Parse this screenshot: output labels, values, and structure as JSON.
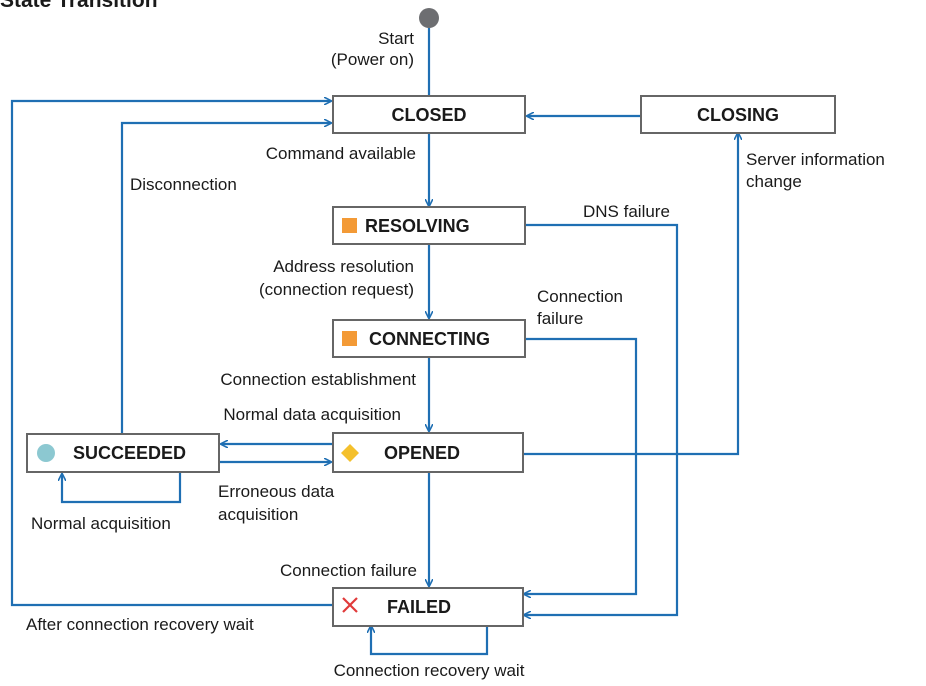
{
  "title": "State Transition",
  "colors": {
    "edge": "#1f6fb3",
    "box_border": "#666666",
    "start_node": "#6d6e71",
    "orange": "#f39a36",
    "yellow": "#f4c02c",
    "teal": "#8cc8d1",
    "red": "#e03a3a"
  },
  "states": {
    "closed": {
      "label": "CLOSED",
      "icon": "none"
    },
    "closing": {
      "label": "CLOSING",
      "icon": "none"
    },
    "resolving": {
      "label": "RESOLVING",
      "icon": "orange-square-icon"
    },
    "connecting": {
      "label": "CONNECTING",
      "icon": "orange-square-icon"
    },
    "opened": {
      "label": "OPENED",
      "icon": "yellow-diamond-icon"
    },
    "succeeded": {
      "label": "SUCCEEDED",
      "icon": "teal-circle-icon"
    },
    "failed": {
      "label": "FAILED",
      "icon": "red-cross-icon"
    }
  },
  "edges": {
    "start": {
      "line1": "Start",
      "line2": "(Power on)"
    },
    "command_available": "Command available",
    "disconnection": "Disconnection",
    "server_info_change": {
      "line1": "Server information",
      "line2": "change"
    },
    "dns_failure": "DNS failure",
    "address_resolution": {
      "line1": "Address resolution",
      "line2": "(connection request)"
    },
    "connection_failure_connecting": {
      "line1": "Connection",
      "line2": "failure"
    },
    "connection_establishment": "Connection establishment",
    "normal_data_acquisition": "Normal data acquisition",
    "erroneous_data_acquisition": {
      "line1": "Erroneous data",
      "line2": "acquisition"
    },
    "normal_acquisition": "Normal acquisition",
    "connection_failure_opened": "Connection failure",
    "after_recovery_wait": "After connection recovery wait",
    "connection_recovery_wait": "Connection recovery wait"
  }
}
